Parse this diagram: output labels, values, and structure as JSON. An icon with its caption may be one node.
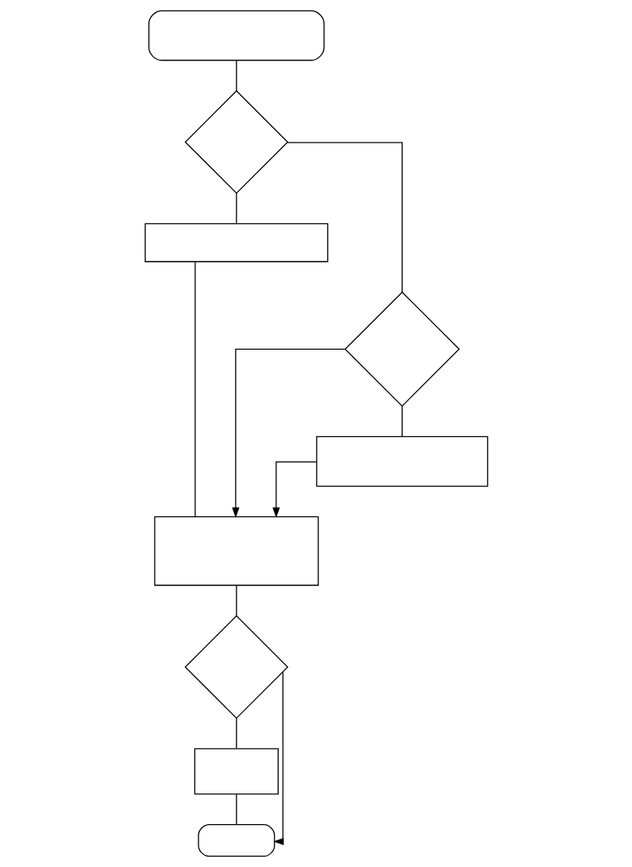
{
  "diagram": {
    "nodes": [
      {
        "text": [],
        "shape": "oval"
      },
      {
        "text": [],
        "shape": "diamond"
      },
      {
        "text": [],
        "shape": "box"
      },
      {
        "text": [],
        "shape": "diamond"
      },
      {
        "text": [],
        "shape": "box"
      },
      {
        "text": [],
        "shape": "box"
      },
      {
        "text": [],
        "shape": "diamond"
      },
      {
        "text": [],
        "shape": "box"
      },
      {
        "text": [],
        "shape": "oval"
      }
    ],
    "edges": [
      {
        "from": 0,
        "to": 1,
        "arrow": "none"
      },
      {
        "from": 1,
        "to": 2,
        "arrow": "none"
      },
      {
        "from": 1,
        "to": 3,
        "arrow": "none"
      },
      {
        "from": 3,
        "to": 4,
        "arrow": "none"
      },
      {
        "from": 3,
        "to": 5,
        "arrow": "to"
      },
      {
        "from": 4,
        "to": 5,
        "arrow": "to"
      },
      {
        "from": 2,
        "to": 5,
        "arrow": "none"
      },
      {
        "from": 5,
        "to": 6,
        "arrow": "none"
      },
      {
        "from": 6,
        "to": 7,
        "arrow": "none"
      },
      {
        "from": 6,
        "to": 8,
        "arrow": "to"
      },
      {
        "from": 7,
        "to": 8,
        "arrow": "none"
      }
    ]
  }
}
